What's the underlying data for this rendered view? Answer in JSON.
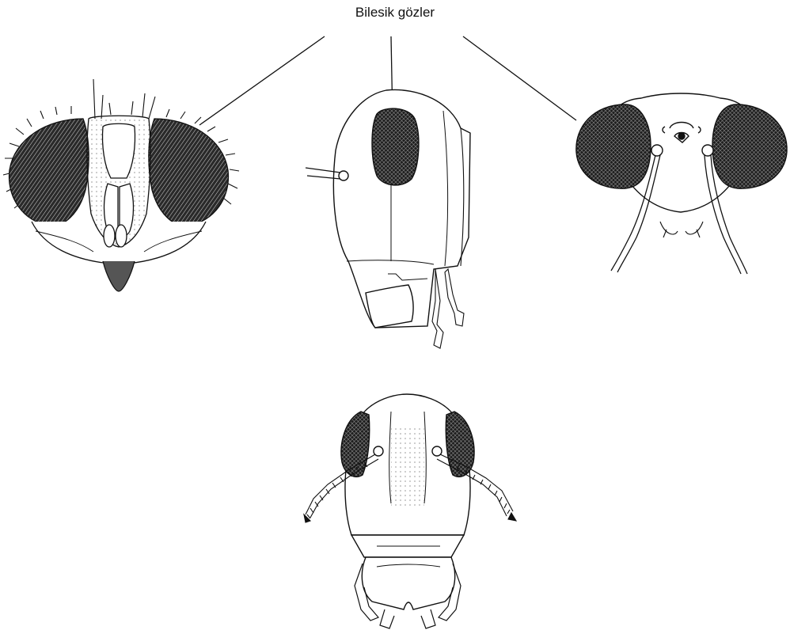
{
  "caption": "Bilesik gözler",
  "colors": {
    "ink": "#111111",
    "paper": "#ffffff",
    "eye_fill": "#1a1a1a"
  },
  "figures": [
    {
      "name": "fly-head-frontal"
    },
    {
      "name": "grasshopper-head-lateral"
    },
    {
      "name": "mosquito-head-frontal"
    },
    {
      "name": "cockroach-head-frontal"
    }
  ]
}
